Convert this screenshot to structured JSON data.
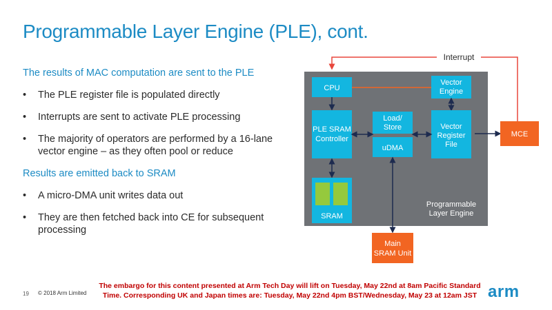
{
  "slide": {
    "title": "Programmable Layer Engine (PLE), cont.",
    "section1_heading": "The results of MAC computation are sent to the PLE",
    "section1_bullets": [
      "The PLE register file is populated directly",
      "Interrupts are sent to activate PLE processing",
      "The majority of operators are performed by a 16-lane vector engine – as they often pool or reduce"
    ],
    "section2_heading": "Results are emitted back to SRAM",
    "section2_bullets": [
      "A micro-DMA unit writes data out",
      "They are then fetched back into CE for subsequent processing"
    ]
  },
  "diagram": {
    "interrupt_label": "Interrupt",
    "cpu": "CPU",
    "vector_engine": [
      "Vector",
      "Engine"
    ],
    "ple_sram_controller": [
      "PLE SRAM",
      "Controller"
    ],
    "load_store": [
      "Load/",
      "Store"
    ],
    "udma": "uDMA",
    "vector_register_file": [
      "Vector",
      "Register",
      "File"
    ],
    "mce": "MCE",
    "sram": "SRAM",
    "ple_label": [
      "Programmable",
      "Layer Engine"
    ],
    "main_sram": [
      "Main",
      "SRAM Unit"
    ],
    "colors": {
      "block_bg": "#6f7276",
      "cyan": "#13b6e0",
      "orange": "#f26522",
      "green": "#95c93d",
      "arrow_dark": "#1d2b4f",
      "interrupt_red": "#e8463b"
    }
  },
  "footer": {
    "page_number": "19",
    "copyright": "© 2018 Arm Limited",
    "embargo": "The embargo for this content presented at Arm Tech Day will lift on Tuesday, May 22nd at 8am Pacific Standard Time.  Corresponding UK and Japan times are: Tuesday, May 22nd 4pm BST/Wednesday, May 23 at 12am JST",
    "logo": "arm"
  }
}
